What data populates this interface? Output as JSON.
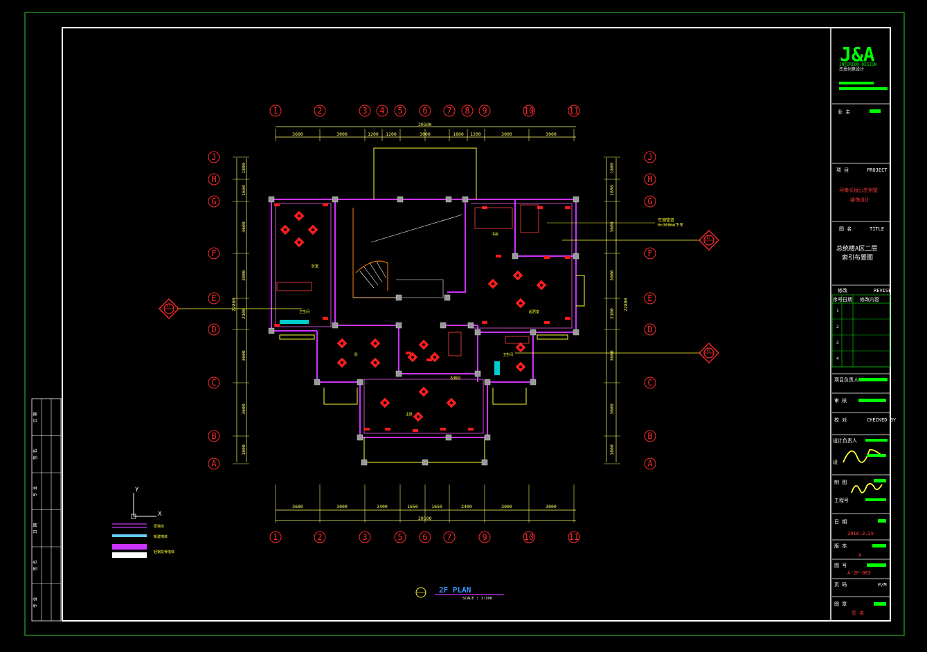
{
  "logo": {
    "mark": "J&A",
    "sub": "INTERIOR DESIGN",
    "cn": "杰恩创意设计"
  },
  "title_block": {
    "owner_label": "业 主",
    "project_label": "项 目",
    "project_en": "PROJECT",
    "project_name_1": "河南长垣山庄别墅",
    "project_name_2": "装饰设计",
    "title_label": "图 名",
    "title_en": "TITLE",
    "drawing_title_1": "总统楼A区二层",
    "drawing_title_2": "索引布置图",
    "revise_label": "修改",
    "revise_en": "REVISE",
    "rev_headers": [
      "序号",
      "日期",
      "修改内容"
    ],
    "rev_rows": [
      "1",
      "2",
      "3",
      "4"
    ],
    "pm_label": "项目负责人",
    "review_label": "审 核",
    "check_label": "校 对",
    "checked_by": "CHECKED BY",
    "designer_label": "设计负责人",
    "design_label": "设",
    "draw_label": "制 图",
    "engineer_label": "工程号",
    "date_label": "日 期",
    "date_value": "2010.3.29",
    "version_label": "版 本",
    "version_value": "A",
    "drawing_no_label": "图 号",
    "drawing_no_value": "A-2F-003",
    "page_label": "页 码",
    "page_suffix": "P/M",
    "stamp_label": "图 章",
    "stamp_value": "签 名"
  },
  "left_strip": {
    "labels": [
      "日 期",
      "签 名",
      "专 业",
      "日 期",
      "签 名",
      "专 业"
    ]
  },
  "plan": {
    "top_axes": [
      "1",
      "2",
      "3",
      "4",
      "5",
      "6",
      "7",
      "8",
      "9",
      "10",
      "11"
    ],
    "bottom_axes": [
      "1",
      "2",
      "3",
      "5",
      "6",
      "7",
      "9",
      "10",
      "11"
    ],
    "row_axes": [
      "J",
      "H",
      "G",
      "F",
      "E",
      "D",
      "C",
      "B",
      "A"
    ],
    "top_dims": [
      "3600",
      "3000",
      "1200",
      "1200",
      "3000",
      "1800",
      "1200",
      "3000",
      "3000"
    ],
    "top_total": "20100",
    "bottom_dims": [
      "3600",
      "3000",
      "2400",
      "1650",
      "1650",
      "2400",
      "3000",
      "3000"
    ],
    "bottom_total": "20100",
    "side_dims": [
      "1800",
      "1650",
      "3600",
      "3000",
      "2100",
      "3600",
      "3600",
      "1800"
    ],
    "side_total": "22800",
    "room_names": [
      "卧室",
      "卫生间",
      "书房",
      "起居室",
      "卧",
      "衣帽间",
      "卫生间",
      "主卧"
    ],
    "note_1": "空调管道",
    "note_2": "H=300mm下吊",
    "index_symbols": [
      "E1",
      "E2",
      "E3",
      "E4"
    ],
    "plan_title": "2F PLAN",
    "plan_scale": "SCALE : 1:100",
    "ucs_y": "Y",
    "ucs_x": "X"
  },
  "legend": {
    "items": [
      "原墙体",
      "新建墙体",
      "轻钢龙骨墙体"
    ]
  },
  "colors": {
    "border": "#33cc33",
    "frame": "#ffffff",
    "axis": "#ff2a2a",
    "wall": "#cc33ff",
    "dim": "#ffff66",
    "accent": "#00ff00"
  }
}
